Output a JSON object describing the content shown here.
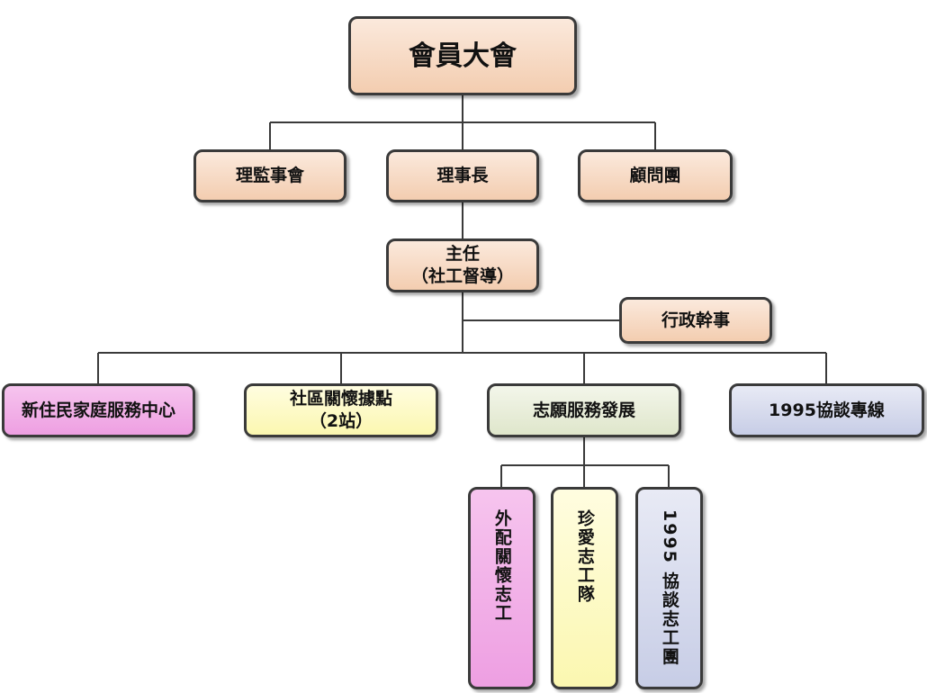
{
  "diagram": {
    "type": "org-chart",
    "nodes": {
      "assembly": {
        "label": "會員大會"
      },
      "board": {
        "label": "理監事會"
      },
      "chairman": {
        "label": "理事長"
      },
      "advisors": {
        "label": "顧問團"
      },
      "director": {
        "line1": "主任",
        "line2": "（社工督導）"
      },
      "admin": {
        "label": "行政幹事"
      },
      "new_resident": {
        "label": "新住民家庭服務中心"
      },
      "community": {
        "line1": "社區關懷據點",
        "line2": "（2站）"
      },
      "volunteer_dev": {
        "label": "志願服務發展"
      },
      "hotline": {
        "label": "1995協談專線"
      },
      "spouse_team": {
        "label": "外配關懷志工"
      },
      "cherish_team": {
        "label": "珍愛志工隊"
      },
      "counsel_team": {
        "label": "1995 協談志工團"
      }
    },
    "edges": [
      [
        "assembly",
        "board"
      ],
      [
        "assembly",
        "chairman"
      ],
      [
        "assembly",
        "advisors"
      ],
      [
        "chairman",
        "director"
      ],
      [
        "director",
        "admin"
      ],
      [
        "director",
        "new_resident"
      ],
      [
        "director",
        "community"
      ],
      [
        "director",
        "volunteer_dev"
      ],
      [
        "director",
        "hotline"
      ],
      [
        "volunteer_dev",
        "spouse_team"
      ],
      [
        "volunteer_dev",
        "cherish_team"
      ],
      [
        "volunteer_dev",
        "counsel_team"
      ]
    ],
    "colors": {
      "peach": "#f3cdb0",
      "pink": "#ee9fe2",
      "yellow": "#fbf7b0",
      "sage": "#dfe6cb",
      "lavender": "#c7cde6",
      "line": "#3a3a3a"
    }
  }
}
